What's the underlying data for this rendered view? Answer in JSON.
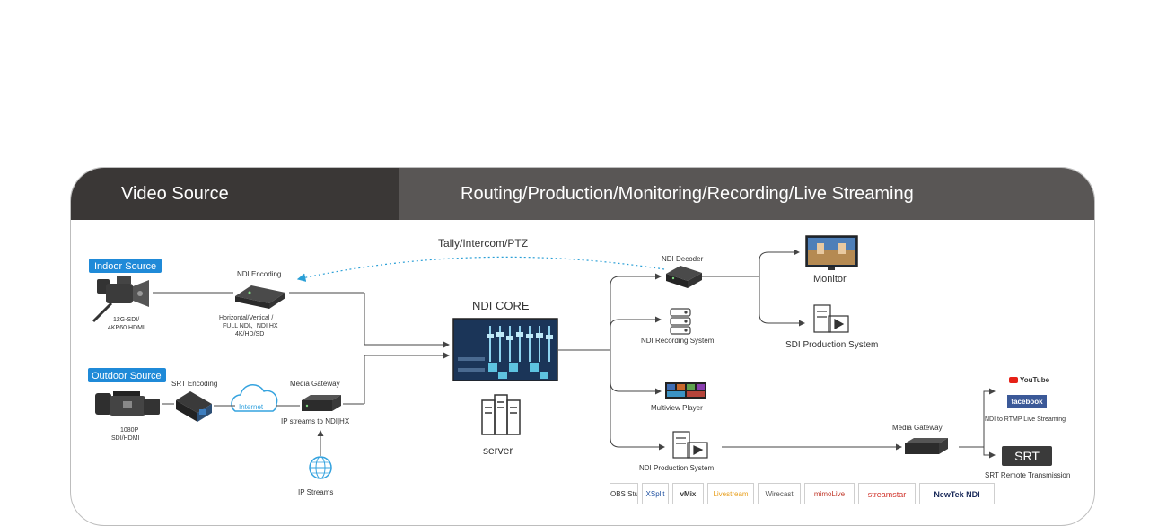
{
  "header": {
    "video_source": "Video Source",
    "routing": "Routing/Production/Monitoring/Recording/Live Streaming"
  },
  "sources": {
    "indoor_tag": "Indoor Source",
    "indoor_spec_1": "12G-SDI/",
    "indoor_spec_2": "4KP60 HDMI",
    "outdoor_tag": "Outdoor Source",
    "outdoor_spec_1": "1080P",
    "outdoor_spec_2": "SDI/HDMI"
  },
  "encoding": {
    "ndi_encoding": "NDI Encoding",
    "ndi_enc_desc_1": "Horizontal/Vertical /",
    "ndi_enc_desc_2": "FULL NDI、NDI HX",
    "ndi_enc_desc_3": "4K/HD/SD",
    "srt_encoding": "SRT Encoding",
    "internet": "Internet",
    "media_gateway": "Media Gateway",
    "ip_to_ndi": "IP streams to NDI|HX",
    "ip_streams": "IP Streams"
  },
  "core": {
    "title": "NDI CORE",
    "server": "server",
    "tally": "Tally/Intercom/PTZ"
  },
  "outputs": {
    "ndi_decoder": "NDI Decoder",
    "monitor": "Monitor",
    "sdi_production": "SDI Production System",
    "ndi_recording": "NDI Recording System",
    "multiview": "Multiview Player",
    "ndi_production": "NDI Production System",
    "media_gateway_2": "Media Gateway",
    "youtube": "YouTube",
    "facebook": "facebook",
    "ndi_to_rtmp": "NDI to RTMP Live Streaming",
    "srt": "SRT",
    "srt_remote": "SRT Remote Transmission"
  },
  "logos": {
    "obs": "OBS Studio",
    "xsplit": "XSplit",
    "vmix": "vMix",
    "livestream": "Livestream",
    "wirecast": "Wirecast",
    "mimo": "mimoLive",
    "streamstar": "streamstar",
    "newtek": "NewTek NDI"
  },
  "colors": {
    "header_dark": "#3a3736",
    "header_mid": "#595655",
    "tag_blue": "#1f8ad8",
    "tally_arrow": "#2a9fd6",
    "cloud": "#35a3df"
  }
}
